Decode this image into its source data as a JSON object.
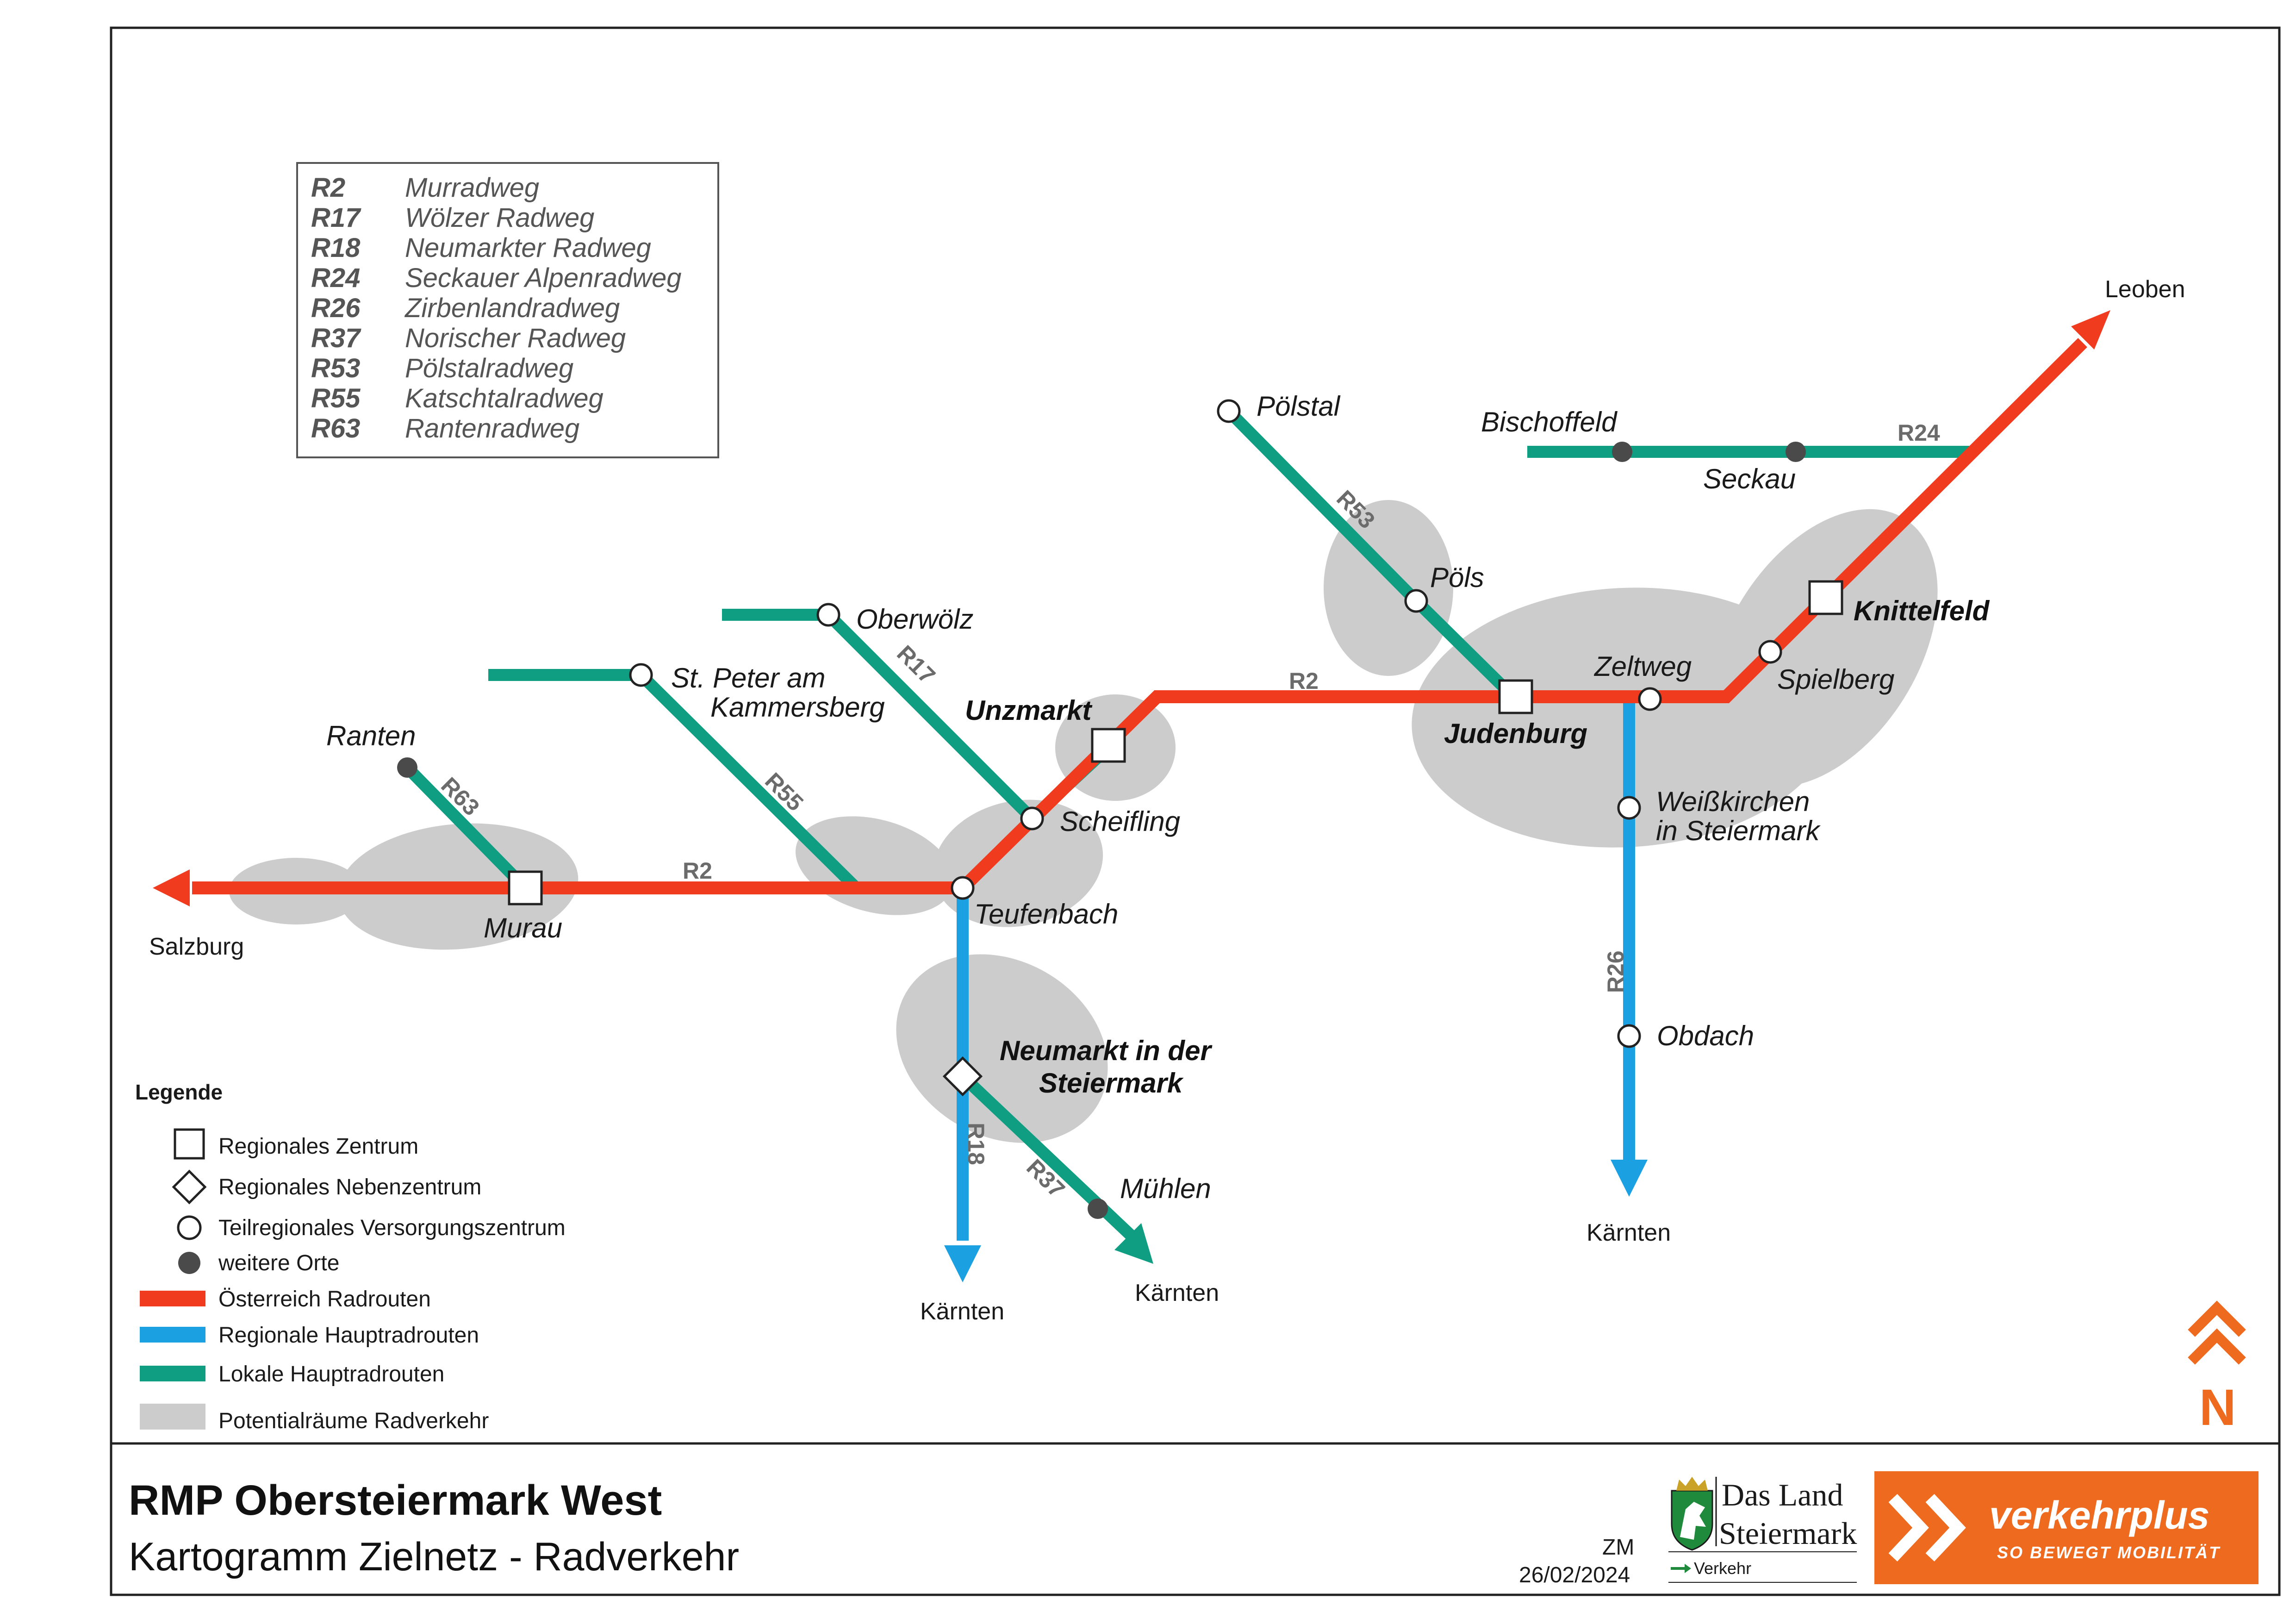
{
  "colors": {
    "national": "#f03b1f",
    "regional": "#1ba1e2",
    "local": "#0f9e82",
    "potential_area": "#cccccc",
    "verkehrplus": "#ee6a1f"
  },
  "route_key": [
    {
      "code": "R2",
      "name": "Murradweg"
    },
    {
      "code": "R17",
      "name": "Wölzer Radweg"
    },
    {
      "code": "R18",
      "name": "Neumarkter Radweg"
    },
    {
      "code": "R24",
      "name": "Seckauer Alpenradweg"
    },
    {
      "code": "R26",
      "name": "Zirbenlandradweg"
    },
    {
      "code": "R37",
      "name": "Norischer Radweg"
    },
    {
      "code": "R53",
      "name": "Pölstalradweg"
    },
    {
      "code": "R55",
      "name": "Katschtalradweg"
    },
    {
      "code": "R63",
      "name": "Rantenradweg"
    }
  ],
  "places": {
    "murau": "Murau",
    "unzmarkt": "Unzmarkt",
    "judenburg": "Judenburg",
    "knittelfeld": "Knittelfeld",
    "neumarkt_1": "Neumarkt in der",
    "neumarkt_2": "Steiermark",
    "teufenbach": "Teufenbach",
    "scheifling": "Scheifling",
    "oberwoelz": "Oberwölz",
    "st_peter_1": "St. Peter am",
    "st_peter_2": "Kammersberg",
    "poels": "Pöls",
    "poelstal": "Pölstal",
    "zeltweg": "Zeltweg",
    "spielberg": "Spielberg",
    "weisskirchen_1": "Weißkirchen",
    "weisskirchen_2": "in Steiermark",
    "obdach": "Obdach",
    "ranten": "Ranten",
    "bischoffeld": "Bischoffeld",
    "seckau": "Seckau",
    "muehlen": "Mühlen"
  },
  "destinations": {
    "salzburg": "Salzburg",
    "leoben": "Leoben",
    "kaernten_r18": "Kärnten",
    "kaernten_r37": "Kärnten",
    "kaernten_r26": "Kärnten"
  },
  "route_labels": {
    "r2_west": "R2",
    "r2_east": "R2",
    "r17": "R17",
    "r18": "R18",
    "r24": "R24",
    "r26": "R26",
    "r37": "R37",
    "r53": "R53",
    "r55": "R55",
    "r63": "R63"
  },
  "legend": {
    "title": "Legende",
    "items": [
      {
        "symbol": "square",
        "label": "Regionales Zentrum"
      },
      {
        "symbol": "diamond",
        "label": "Regionales Nebenzentrum"
      },
      {
        "symbol": "circle-open",
        "label": "Teilregionales Versorgungszentrum"
      },
      {
        "symbol": "circle-filled",
        "label": "weitere Orte"
      },
      {
        "symbol": "line-national",
        "label": "Österreich Radrouten"
      },
      {
        "symbol": "line-regional",
        "label": "Regionale Hauptradrouten"
      },
      {
        "symbol": "line-local",
        "label": "Lokale Hauptradrouten"
      },
      {
        "symbol": "area",
        "label": "Potentialräume Radverkehr"
      }
    ]
  },
  "north_label": "N",
  "title_block": {
    "title": "RMP Obersteiermark West",
    "subtitle": "Kartogramm Zielnetz - Radverkehr",
    "author": "ZM",
    "date": "26/02/2024",
    "land_line1": "Das Land",
    "land_line2": "Steiermark",
    "land_dept": "Verkehr",
    "vp_name": "verkehrplus",
    "vp_slogan": "SO BEWEGT MOBILITÄT"
  }
}
